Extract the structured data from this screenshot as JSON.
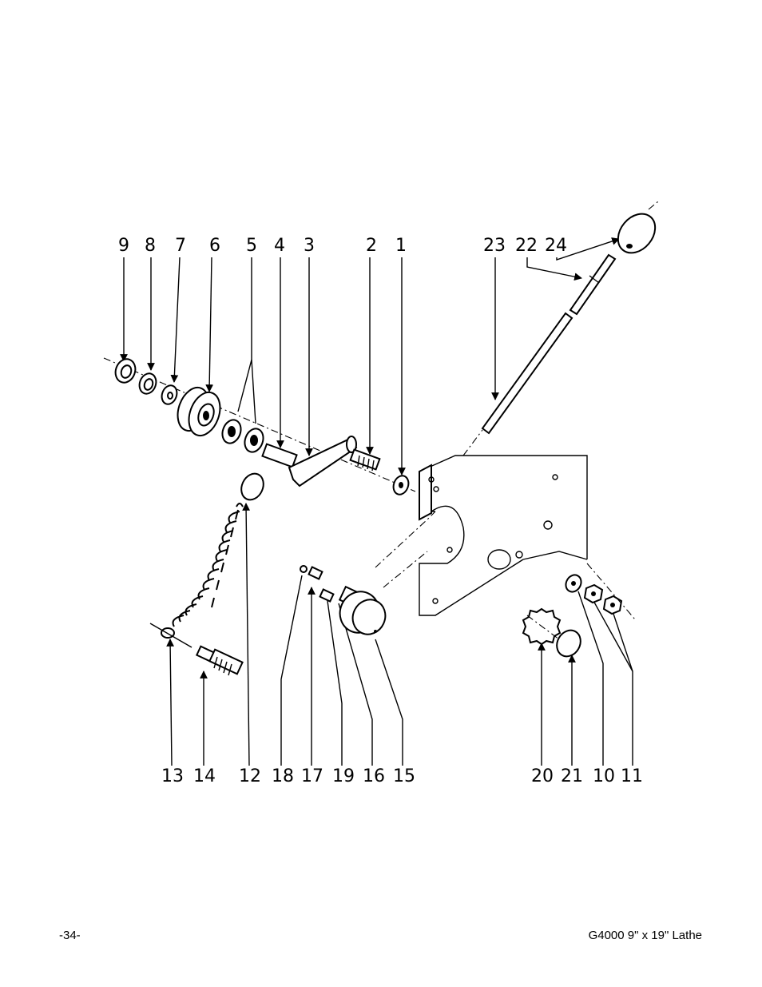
{
  "diagram": {
    "labels_top": [
      "9",
      "8",
      "7",
      "6",
      "5",
      "4",
      "3",
      "2",
      "1",
      "23",
      "22",
      "24"
    ],
    "labels_bottom": [
      "13",
      "14",
      "12",
      "18",
      "17",
      "19",
      "16",
      "15",
      "20",
      "21",
      "10",
      "11"
    ]
  },
  "footer": {
    "page_number": "-34-",
    "manual_title": "G4000 9\" x 19\" Lathe"
  }
}
